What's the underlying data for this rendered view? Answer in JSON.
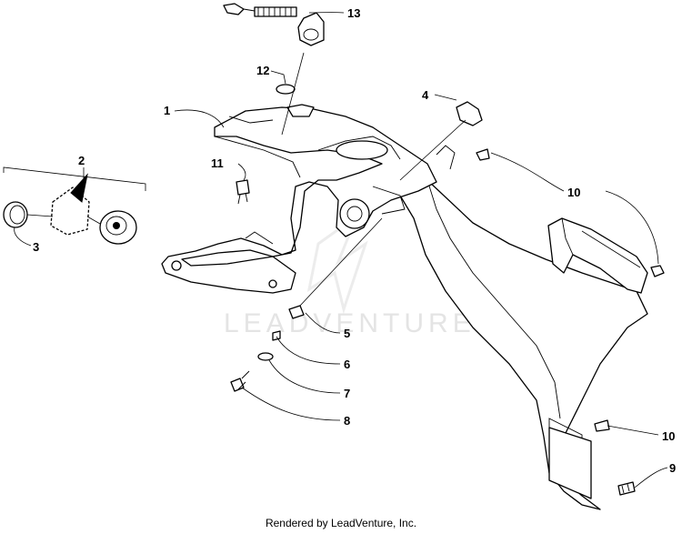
{
  "diagram": {
    "watermark": "LEADVENTURE",
    "credit": "Rendered by LeadVenture, Inc.",
    "callouts": [
      {
        "id": "c1",
        "text": "1"
      },
      {
        "id": "c2",
        "text": "2"
      },
      {
        "id": "c3",
        "text": "3"
      },
      {
        "id": "c4",
        "text": "4"
      },
      {
        "id": "c5",
        "text": "5"
      },
      {
        "id": "c6",
        "text": "6"
      },
      {
        "id": "c7",
        "text": "7"
      },
      {
        "id": "c8",
        "text": "8"
      },
      {
        "id": "c9",
        "text": "9"
      },
      {
        "id": "c10a",
        "text": "10"
      },
      {
        "id": "c10b",
        "text": "10"
      },
      {
        "id": "c11",
        "text": "11"
      },
      {
        "id": "c12",
        "text": "12"
      },
      {
        "id": "c13",
        "text": "13"
      }
    ]
  }
}
